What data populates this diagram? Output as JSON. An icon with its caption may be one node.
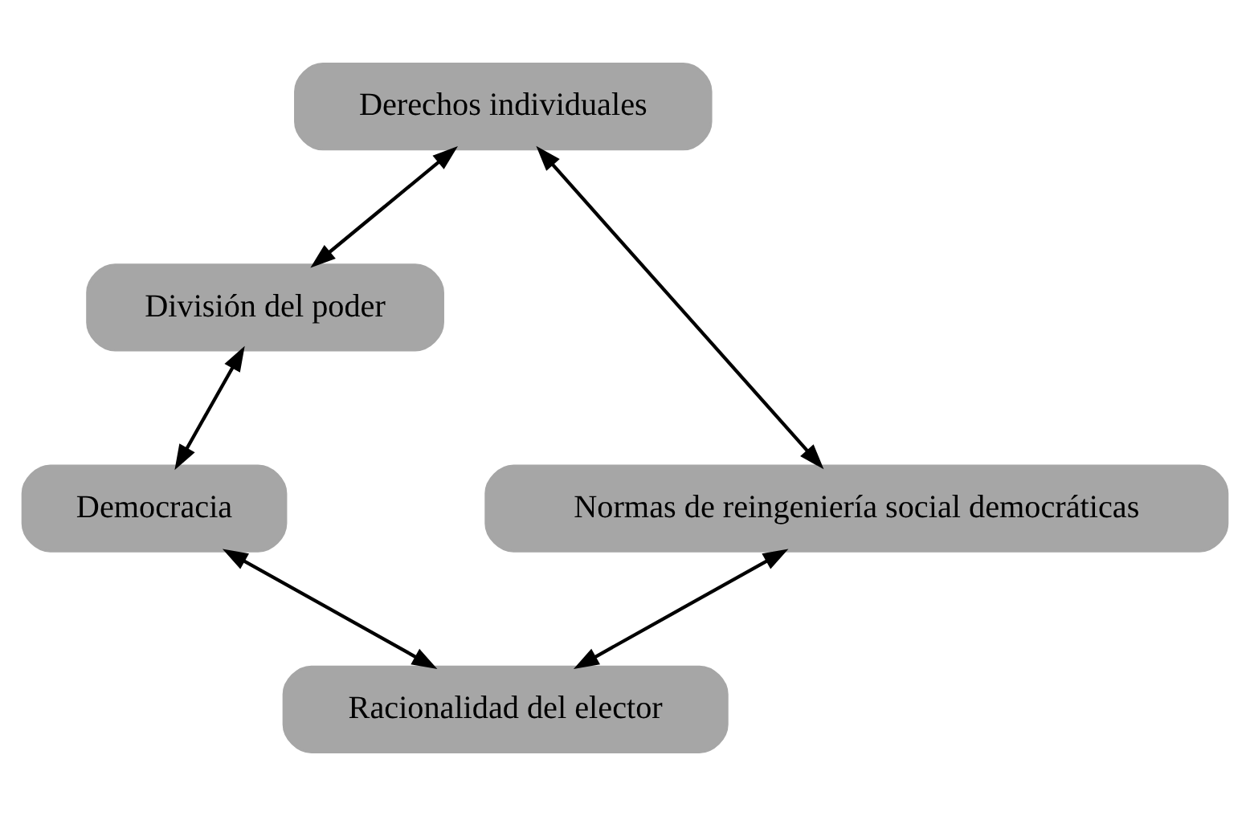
{
  "diagram": {
    "nodes": [
      {
        "text": [
          "Derechos individuales"
        ]
      },
      {
        "text": [
          "División del poder"
        ]
      },
      {
        "text": [
          "Normas de reingeniería social democráticas"
        ]
      },
      {
        "text": [
          "Democracia"
        ]
      },
      {
        "text": [
          "Racionalidad del elector"
        ]
      }
    ],
    "edges": [
      {
        "from": 0,
        "to": 1,
        "arrow": "both"
      },
      {
        "from": 0,
        "to": 2,
        "arrow": "both"
      },
      {
        "from": 1,
        "to": 3,
        "arrow": "both"
      },
      {
        "from": 2,
        "to": 4,
        "arrow": "both"
      },
      {
        "from": 3,
        "to": 4,
        "arrow": "both"
      }
    ]
  }
}
